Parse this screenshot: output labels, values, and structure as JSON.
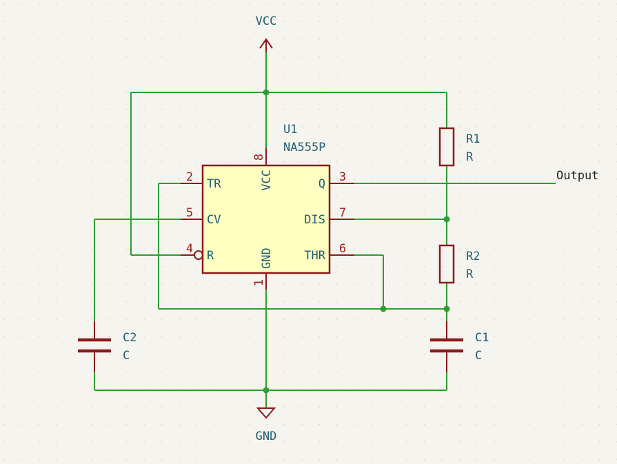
{
  "power": {
    "vcc": "VCC",
    "gnd": "GND"
  },
  "u1": {
    "ref": "U1",
    "value": "NA555P",
    "pins": {
      "tr": {
        "num": "2",
        "name": "TR"
      },
      "cv": {
        "num": "5",
        "name": "CV"
      },
      "r": {
        "num": "4",
        "name": "R"
      },
      "vcc": {
        "num": "8",
        "name": "VCC"
      },
      "gnd": {
        "num": "1",
        "name": "GND"
      },
      "q": {
        "num": "3",
        "name": "Q"
      },
      "dis": {
        "num": "7",
        "name": "DIS"
      },
      "thr": {
        "num": "6",
        "name": "THR"
      }
    }
  },
  "r1": {
    "ref": "R1",
    "value": "R"
  },
  "r2": {
    "ref": "R2",
    "value": "R"
  },
  "c1": {
    "ref": "C1",
    "value": "C"
  },
  "c2": {
    "ref": "C2",
    "value": "C"
  },
  "net_output": "Output",
  "colors": {
    "wire": "#2f9e2f",
    "symbol": "#8b1a1a",
    "symbol_fill": "#ffffc2",
    "label_text": "#1f5f73",
    "pin_number": "#a01b1b",
    "background": "#f5f4ef"
  }
}
